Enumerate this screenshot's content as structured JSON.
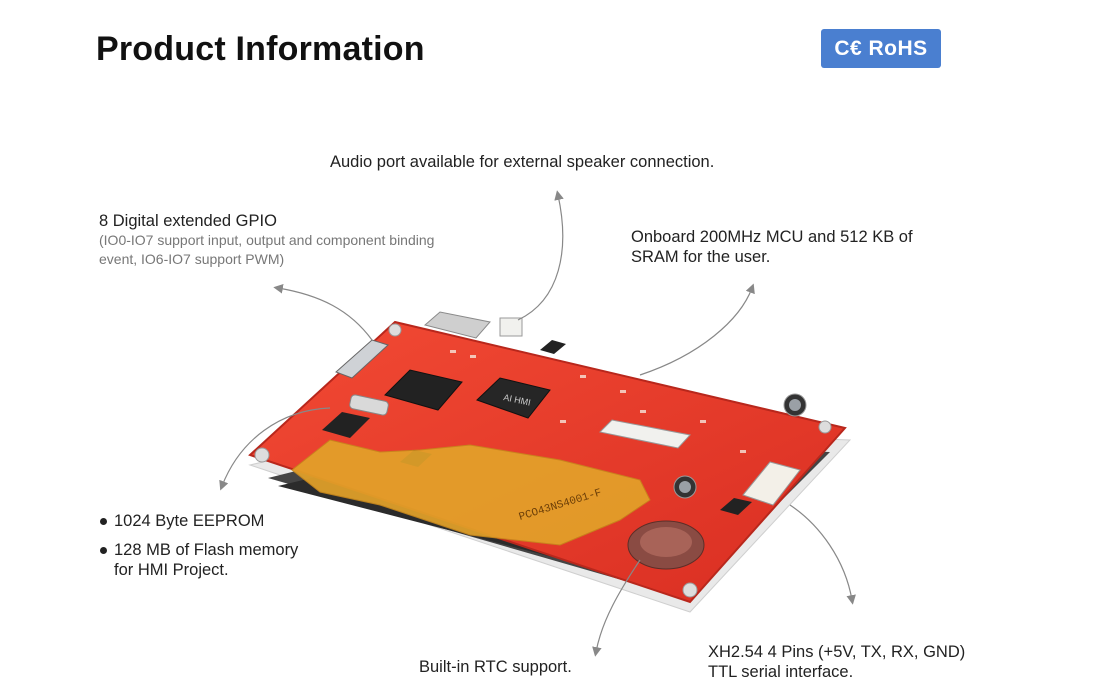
{
  "header": {
    "title": "Product Information",
    "badge": "C€ RoHS"
  },
  "callouts": {
    "audio": "Audio port available for external speaker connection.",
    "gpio_title": "8 Digital extended GPIO",
    "gpio_detail_1": "(IO0-IO7 support input, output and component binding",
    "gpio_detail_2": "event, IO6-IO7 support PWM)",
    "mcu_1": "Onboard 200MHz MCU and 512 KB of",
    "mcu_2": "SRAM for the user.",
    "eeprom": "1024 Byte EEPROM",
    "flash_1": "128 MB of Flash memory",
    "flash_2": "for HMI Project.",
    "rtc": "Built-in RTC support.",
    "serial_1": "XH2.54 4 Pins (+5V, TX, RX, GND)",
    "serial_2": "TTL serial interface."
  },
  "board": {
    "chip_label": "AI HMI",
    "fpc_label": "PCO43NS4001-F",
    "colors": {
      "pcb": "#e8382a",
      "fpc": "#e3a229",
      "badge": "#4a7fd0"
    }
  }
}
